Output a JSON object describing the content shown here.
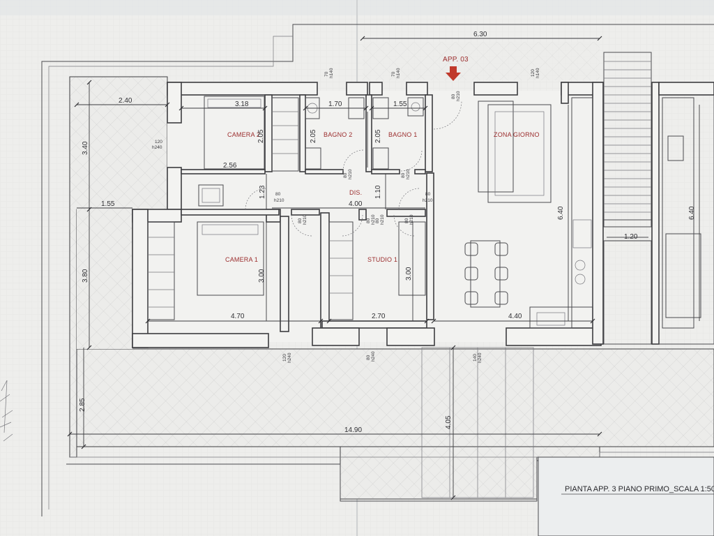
{
  "drawing": {
    "title": "PIANTA APP. 3 PIANO PRIMO_SCALA 1:50",
    "unit_label": "APP. 03",
    "colors": {
      "paper": "#eeeeec",
      "lines": "#3d3d40",
      "room_text": "#9b2c2c",
      "arrow": "#c0392b"
    }
  },
  "rooms": [
    {
      "key": "camera2",
      "label": "CAMERA 2"
    },
    {
      "key": "bagno2",
      "label": "BAGNO 2"
    },
    {
      "key": "bagno1",
      "label": "BAGNO 1"
    },
    {
      "key": "zona_giorno",
      "label": "ZONA GIORNO"
    },
    {
      "key": "dis",
      "label": "DIS."
    },
    {
      "key": "camera1",
      "label": "CAMERA 1"
    },
    {
      "key": "studio1",
      "label": "STUDIO 1"
    }
  ],
  "dimensions": [
    "6.30",
    "2.40",
    "3.18",
    "1.70",
    "1.55",
    "3.40",
    "2.05",
    "2.05",
    "2.05",
    "2.56",
    "1.23",
    "1.55",
    "4.00",
    "1.10",
    "6.40",
    "1.20",
    "6.40",
    "3.80",
    "3.00",
    "3.00",
    "4.70",
    "2.70",
    "4.40",
    "2.85",
    "14.90",
    "4.05"
  ],
  "openings": [
    {
      "w": "70",
      "h": "h140"
    },
    {
      "w": "70",
      "h": "h140"
    },
    {
      "w": "120",
      "h": "h140"
    },
    {
      "w": "80",
      "h": "h210"
    },
    {
      "w": "120",
      "h": "h240"
    },
    {
      "w": "80",
      "h": "h210"
    },
    {
      "w": "80",
      "h": "h210"
    },
    {
      "w": "80",
      "h": "h210"
    },
    {
      "w": "80",
      "h": "h210"
    },
    {
      "w": "80",
      "h": "h210"
    },
    {
      "w": "80",
      "h": "h210"
    },
    {
      "w": "80",
      "h": "h210"
    },
    {
      "w": "80",
      "h": "h210"
    },
    {
      "w": "120",
      "h": "h240"
    },
    {
      "w": "80",
      "h": "h240"
    },
    {
      "w": "140",
      "h": "h240"
    }
  ]
}
